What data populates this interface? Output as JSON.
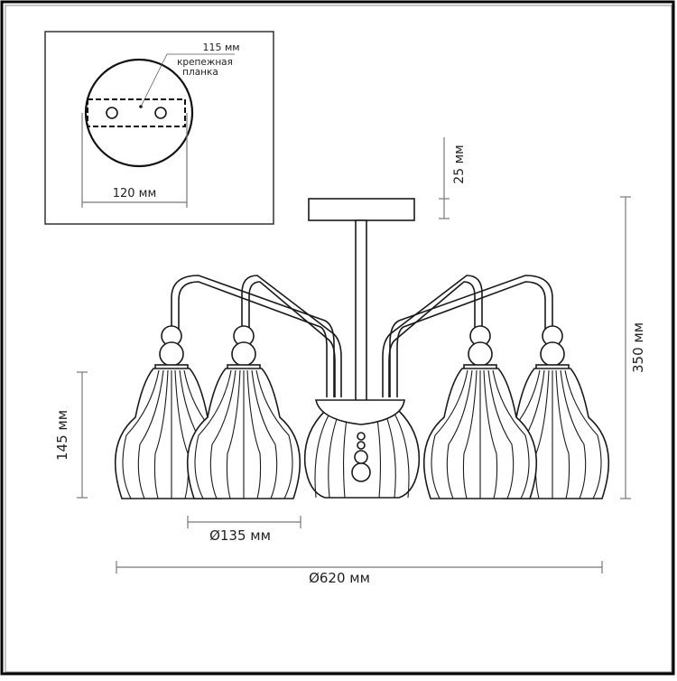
{
  "inset": {
    "title": "mounting plate top view",
    "plate_label_size": "115 мм",
    "plate_label_line1": "крепежная",
    "plate_label_line2": "планка",
    "canopy_diameter": "120 мм"
  },
  "dimensions": {
    "canopy_height": "25 мм",
    "total_height": "350 мм",
    "shade_height": "145 мм",
    "shade_diameter": "Ø135 мм",
    "total_diameter": "Ø620 мм"
  },
  "product": {
    "type": "chandelier",
    "arms": 5,
    "shade_style": "ribbed pear glass"
  },
  "colors": {
    "line": "#1a1a1a",
    "dimension_line": "#777777",
    "border": "#000000",
    "background": "#ffffff"
  }
}
